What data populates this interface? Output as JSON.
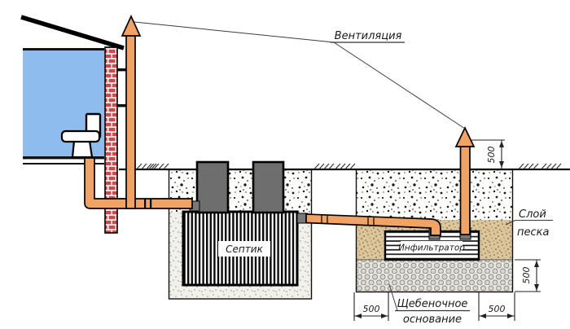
{
  "diagram": {
    "type": "septic-system-installation-scheme",
    "labels": {
      "ventilation": "Вентиляция",
      "septic": "Септик",
      "infiltrator": "Инфильтратор",
      "sand_layer": [
        "Слой",
        "песка"
      ],
      "gravel_base": [
        "Щебеночное",
        "основание"
      ]
    },
    "dimensions": {
      "vent_above_ground_mm": "500",
      "gravel_thickness_mm": "500",
      "base_margin_left_mm": "500",
      "base_margin_right_mm": "500"
    },
    "colors": {
      "pipe": "#F0A365",
      "house_interior": "#8FBCEF",
      "brick": "#CE4B4B",
      "riser_gray": "#6E6E6E",
      "connector_gray": "#787878",
      "sand": "#DBC69B",
      "outline": "#000000"
    }
  }
}
